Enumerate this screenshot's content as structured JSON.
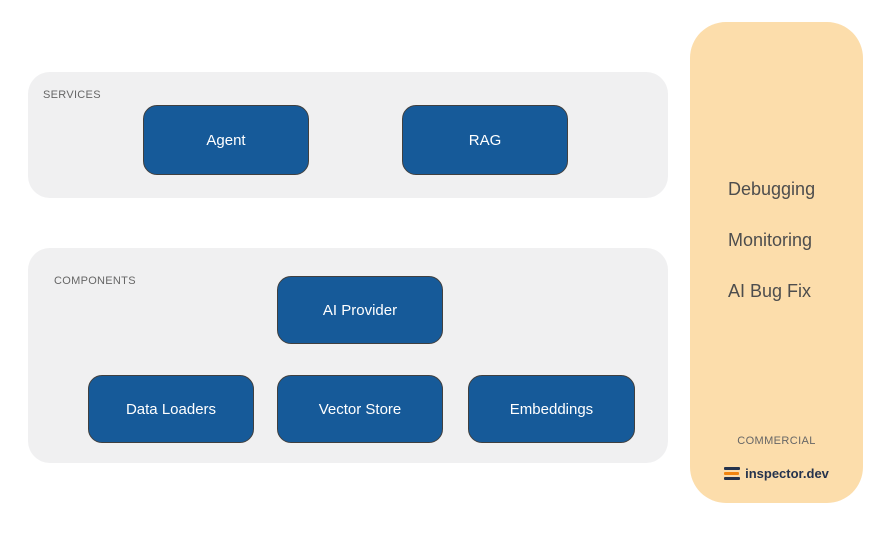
{
  "colors": {
    "node_fill": "#165a99",
    "node_border": "#404040",
    "node_text": "#ffffff",
    "panel_fill": "#f0f0f1",
    "panel_label": "#666666",
    "sidebar_fill": "#fcddab",
    "sidebar_text": "#4d4d4d",
    "brand_navy": "#25334d",
    "brand_orange": "#f18511"
  },
  "services": {
    "label": "SERVICES",
    "nodes": [
      {
        "label": "Agent"
      },
      {
        "label": "RAG"
      }
    ]
  },
  "components": {
    "label": "COMPONENTS",
    "nodes": [
      {
        "label": "AI Provider"
      },
      {
        "label": "Data Loaders"
      },
      {
        "label": "Vector Store"
      },
      {
        "label": "Embeddings"
      }
    ]
  },
  "sidebar": {
    "items": [
      "Debugging",
      "Monitoring",
      "AI Bug Fix"
    ],
    "footer_label": "COMMERCIAL",
    "brand": "inspector.dev"
  }
}
